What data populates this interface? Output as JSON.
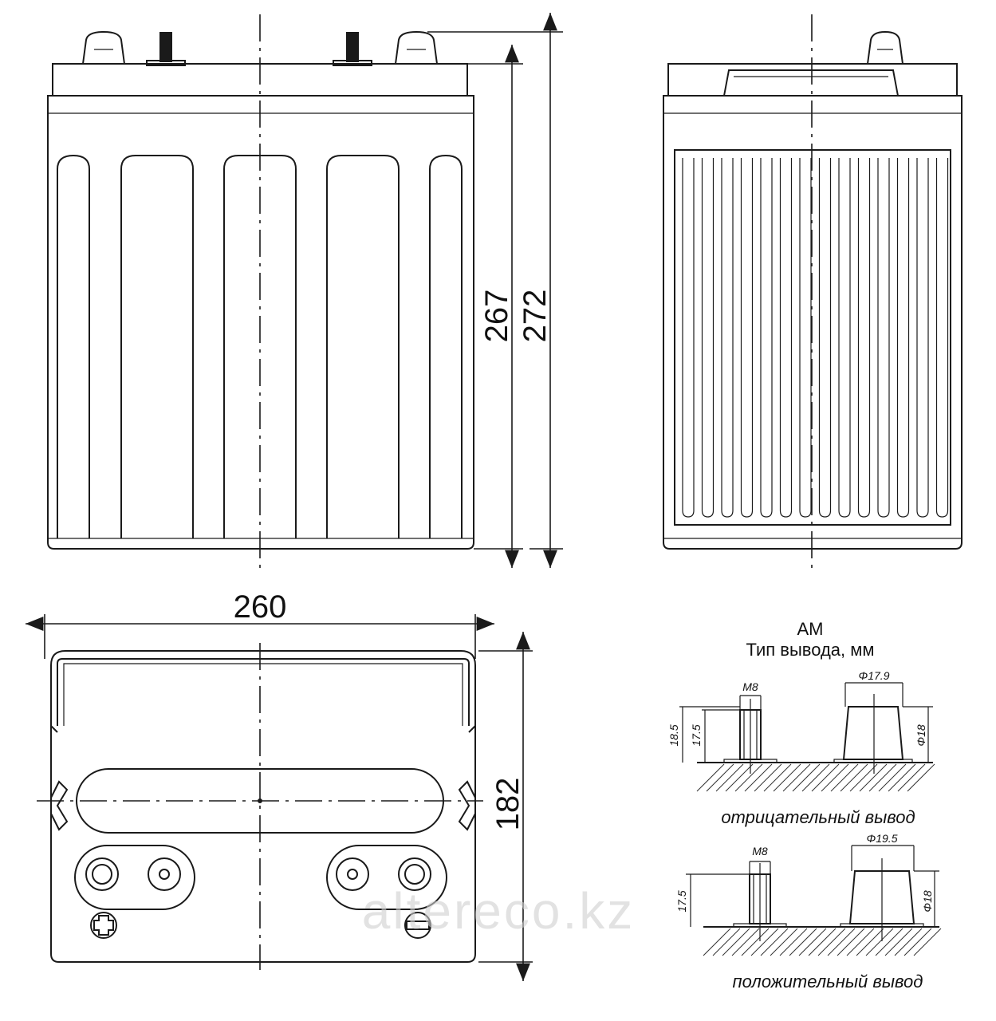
{
  "dimensions": {
    "height_case": "267",
    "height_total": "272",
    "length": "260",
    "width": "182"
  },
  "terminal_detail": {
    "type_code": "AM",
    "subtitle": "Тип вывода, мм",
    "negative": {
      "thread": "M8",
      "height_total": "18.5",
      "height_post": "17.5",
      "diameter_top": "Φ17.9",
      "diameter_side": "Φ18",
      "caption": "отрицательный вывод"
    },
    "positive": {
      "thread": "M8",
      "height_post": "17.5",
      "diameter_top": "Φ19.5",
      "diameter_side": "Φ18",
      "caption": "положительный вывод"
    }
  },
  "watermark": "altereco.kz"
}
